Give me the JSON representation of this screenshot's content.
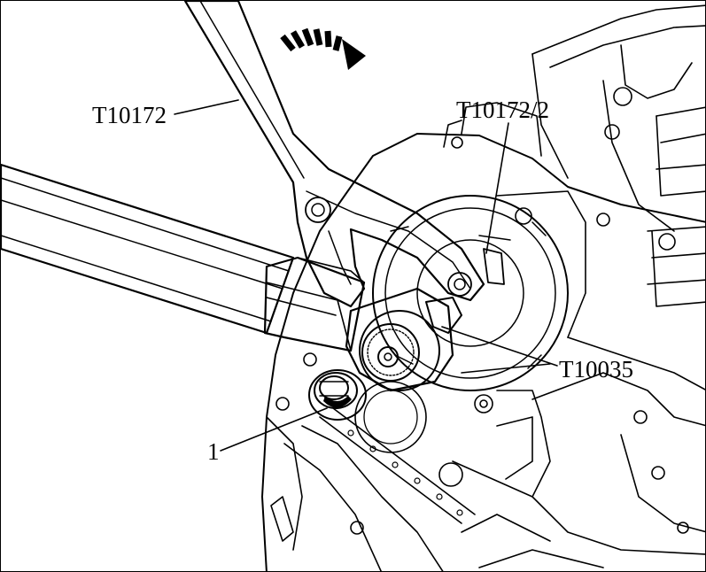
{
  "figure": {
    "callouts": {
      "wrench": "T10172",
      "pin_adapter": "T10172/2",
      "socket_tool": "T10035",
      "bolt": "1"
    },
    "colors": {
      "line": "#000000",
      "fill": "#ffffff",
      "shade": "#d9d9d9",
      "arrow": "#000000"
    },
    "icons": {
      "rotation_arrow": "curved-hatched-arrow-icon"
    }
  }
}
